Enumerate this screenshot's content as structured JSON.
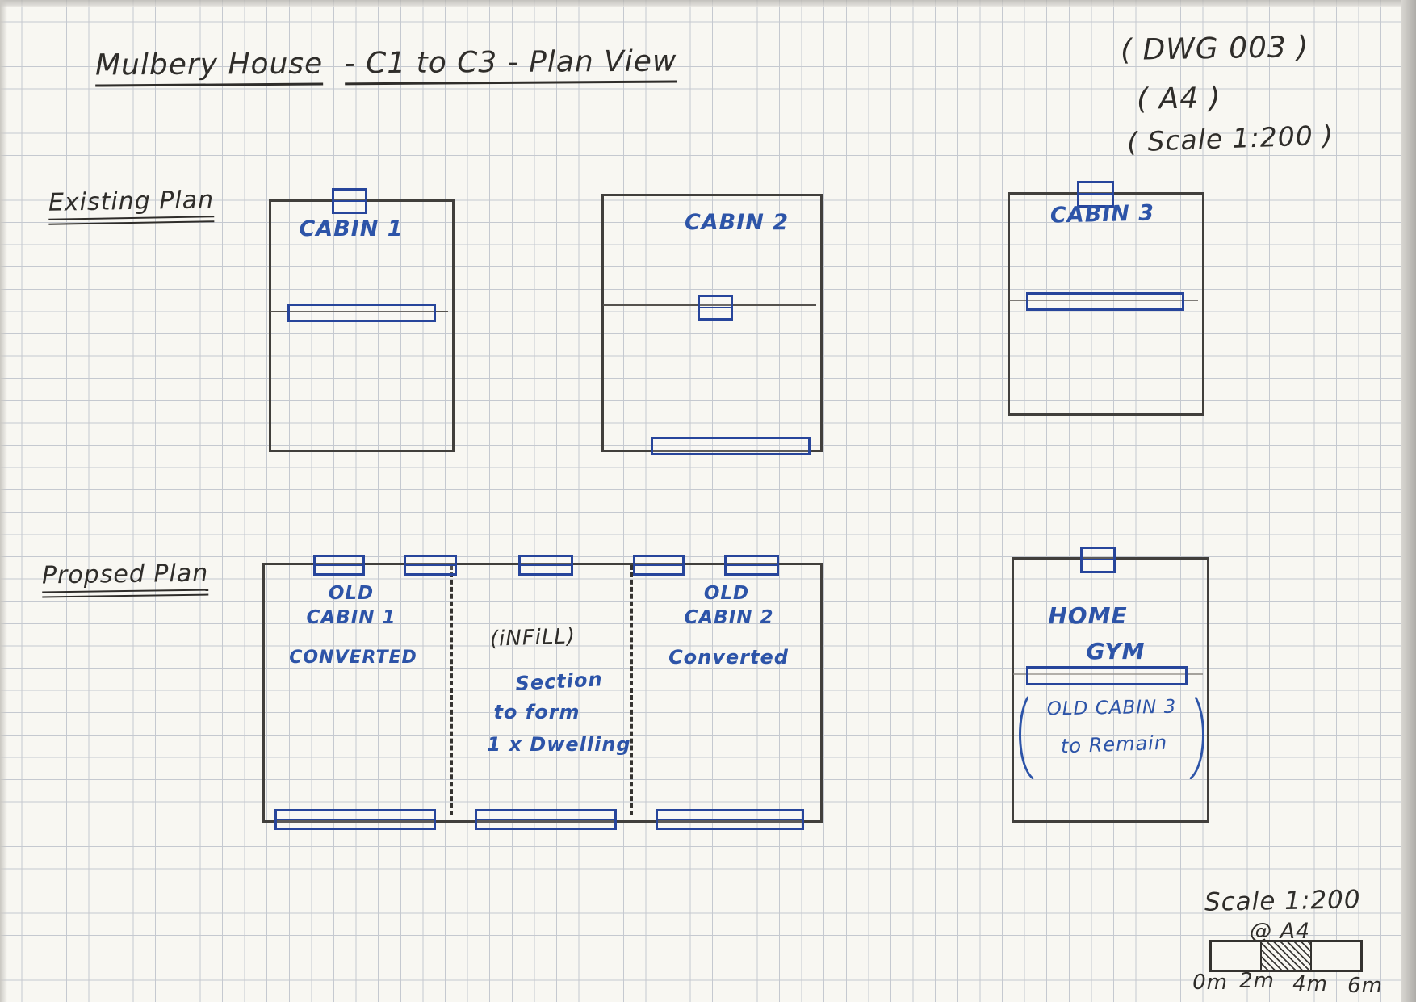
{
  "doc": {
    "title_p1": "Mulbery House",
    "title_p2": "- C1 to C3  - Plan View",
    "dwg_no": "( DWG 003 )",
    "sheet": "(  A4    )",
    "scale_note": "( Scale  1:200 )"
  },
  "existing": {
    "label": "Existing Plan",
    "cabins": [
      {
        "name": "CABIN 1"
      },
      {
        "name": "CABIN 2"
      },
      {
        "name": "CABIN 3"
      }
    ]
  },
  "proposed": {
    "label": "Propsed Plan",
    "old_cabin_1": {
      "l1": "OLD",
      "l2": "CABIN 1",
      "l3": "CONVERTED"
    },
    "infill": {
      "l1": "(iNFiLL)",
      "l2": "Section",
      "l3": "to form",
      "l4": "1 x Dwelling"
    },
    "old_cabin_2": {
      "l1": "OLD",
      "l2": "CABIN 2",
      "l3": "Converted"
    },
    "home_gym": {
      "l1": "HOME",
      "l2": "GYM",
      "l3": "OLD CABIN 3",
      "l4": "to Remain"
    }
  },
  "scale_block": {
    "line1": "Scale 1:200",
    "line2": "@ A4",
    "ticks": [
      "0m",
      "2m",
      "4m",
      "6m"
    ]
  },
  "colors": {
    "ink": "#2f2d2a",
    "blue": "#2d54a8",
    "grid": "#c5c9d0",
    "paper": "#f8f7f2"
  }
}
